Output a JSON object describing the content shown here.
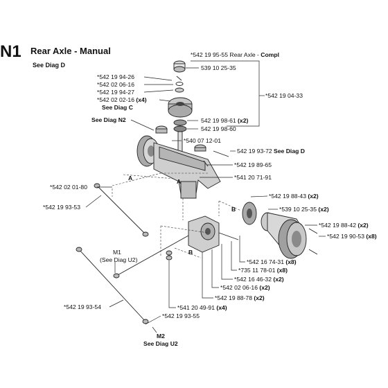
{
  "header": {
    "code": "N1",
    "title": "Rear Axle - Manual",
    "see_diag": "See Diag D"
  },
  "callouts": {
    "top_compl_pre": "*542 19 95-55 Rear Axle - ",
    "top_compl_bold": "Compl",
    "c_539_10_25_35": "539 10 25-35",
    "c_542_19_94_26": "*542 19 94-26",
    "c_542_02_06_16": "*542 02 06-16",
    "c_542_19_94_27": "*542 19 94-27",
    "c_542_02_02_16": "*542 02 02-16",
    "c_542_02_02_16_qty": "(x4)",
    "see_diag_c": "See Diag C",
    "c_542_19_04_33": "*542 19 04-33",
    "see_diag_n2": "See Diag N2",
    "c_542_19_98_61": "542 19 98-61",
    "c_542_19_98_61_qty": "(x2)",
    "c_542_19_98_60": "542 19 98-60",
    "c_540_07_12_01": "*540 07 12-01",
    "c_542_19_93_72": "542 19 93-72",
    "c_542_19_93_72_ref": "See Diag D",
    "c_542_19_89_65": "*542 19 89-65",
    "c_542_02_01_80": "*542 02 01-80",
    "c_541_20_71_91": "*541 20 71-91",
    "c_542_19_88_43": "*542 19 88-43",
    "c_542_19_88_43_qty": "(x2)",
    "c_542_19_93_53": "*542 19 93-53",
    "c_539_10_25_35b": "*539 10 25-35",
    "c_539_10_25_35b_qty": "(x2)",
    "c_542_19_88_42": "*542 19 88-42",
    "c_542_19_88_42_qty": "(x2)",
    "c_542_19_90_53": "*542 19 90-53",
    "c_542_19_90_53_qty": "(x8)",
    "m1": "M1",
    "m1_ref": "(See Diag U2)",
    "c_542_16_74_31": "*542 16 74-31",
    "c_542_16_74_31_qty": "(x8)",
    "c_735_11_78_01": "*735 11 78-01",
    "c_735_11_78_01_qty": "(x8)",
    "c_542_16_46_32": "*542 16 46-32",
    "c_542_16_46_32_qty": "(x2)",
    "c_542_02_06_16b": "*542 02 06-16",
    "c_542_02_06_16b_qty": "(x2)",
    "c_542_19_88_78": "*542 19 88-78",
    "c_542_19_88_78_qty": "(x2)",
    "c_541_20_49_91": "*541 20 49-91",
    "c_541_20_49_91_qty": "(x4)",
    "c_542_19_93_54": "*542 19 93-54",
    "c_542_19_93_55": "*542 19 93-55",
    "m2": "M2",
    "m2_ref": "See Diag U2"
  },
  "marks": {
    "a1": "A",
    "a2": "A",
    "b1": "B",
    "b2": "B"
  }
}
